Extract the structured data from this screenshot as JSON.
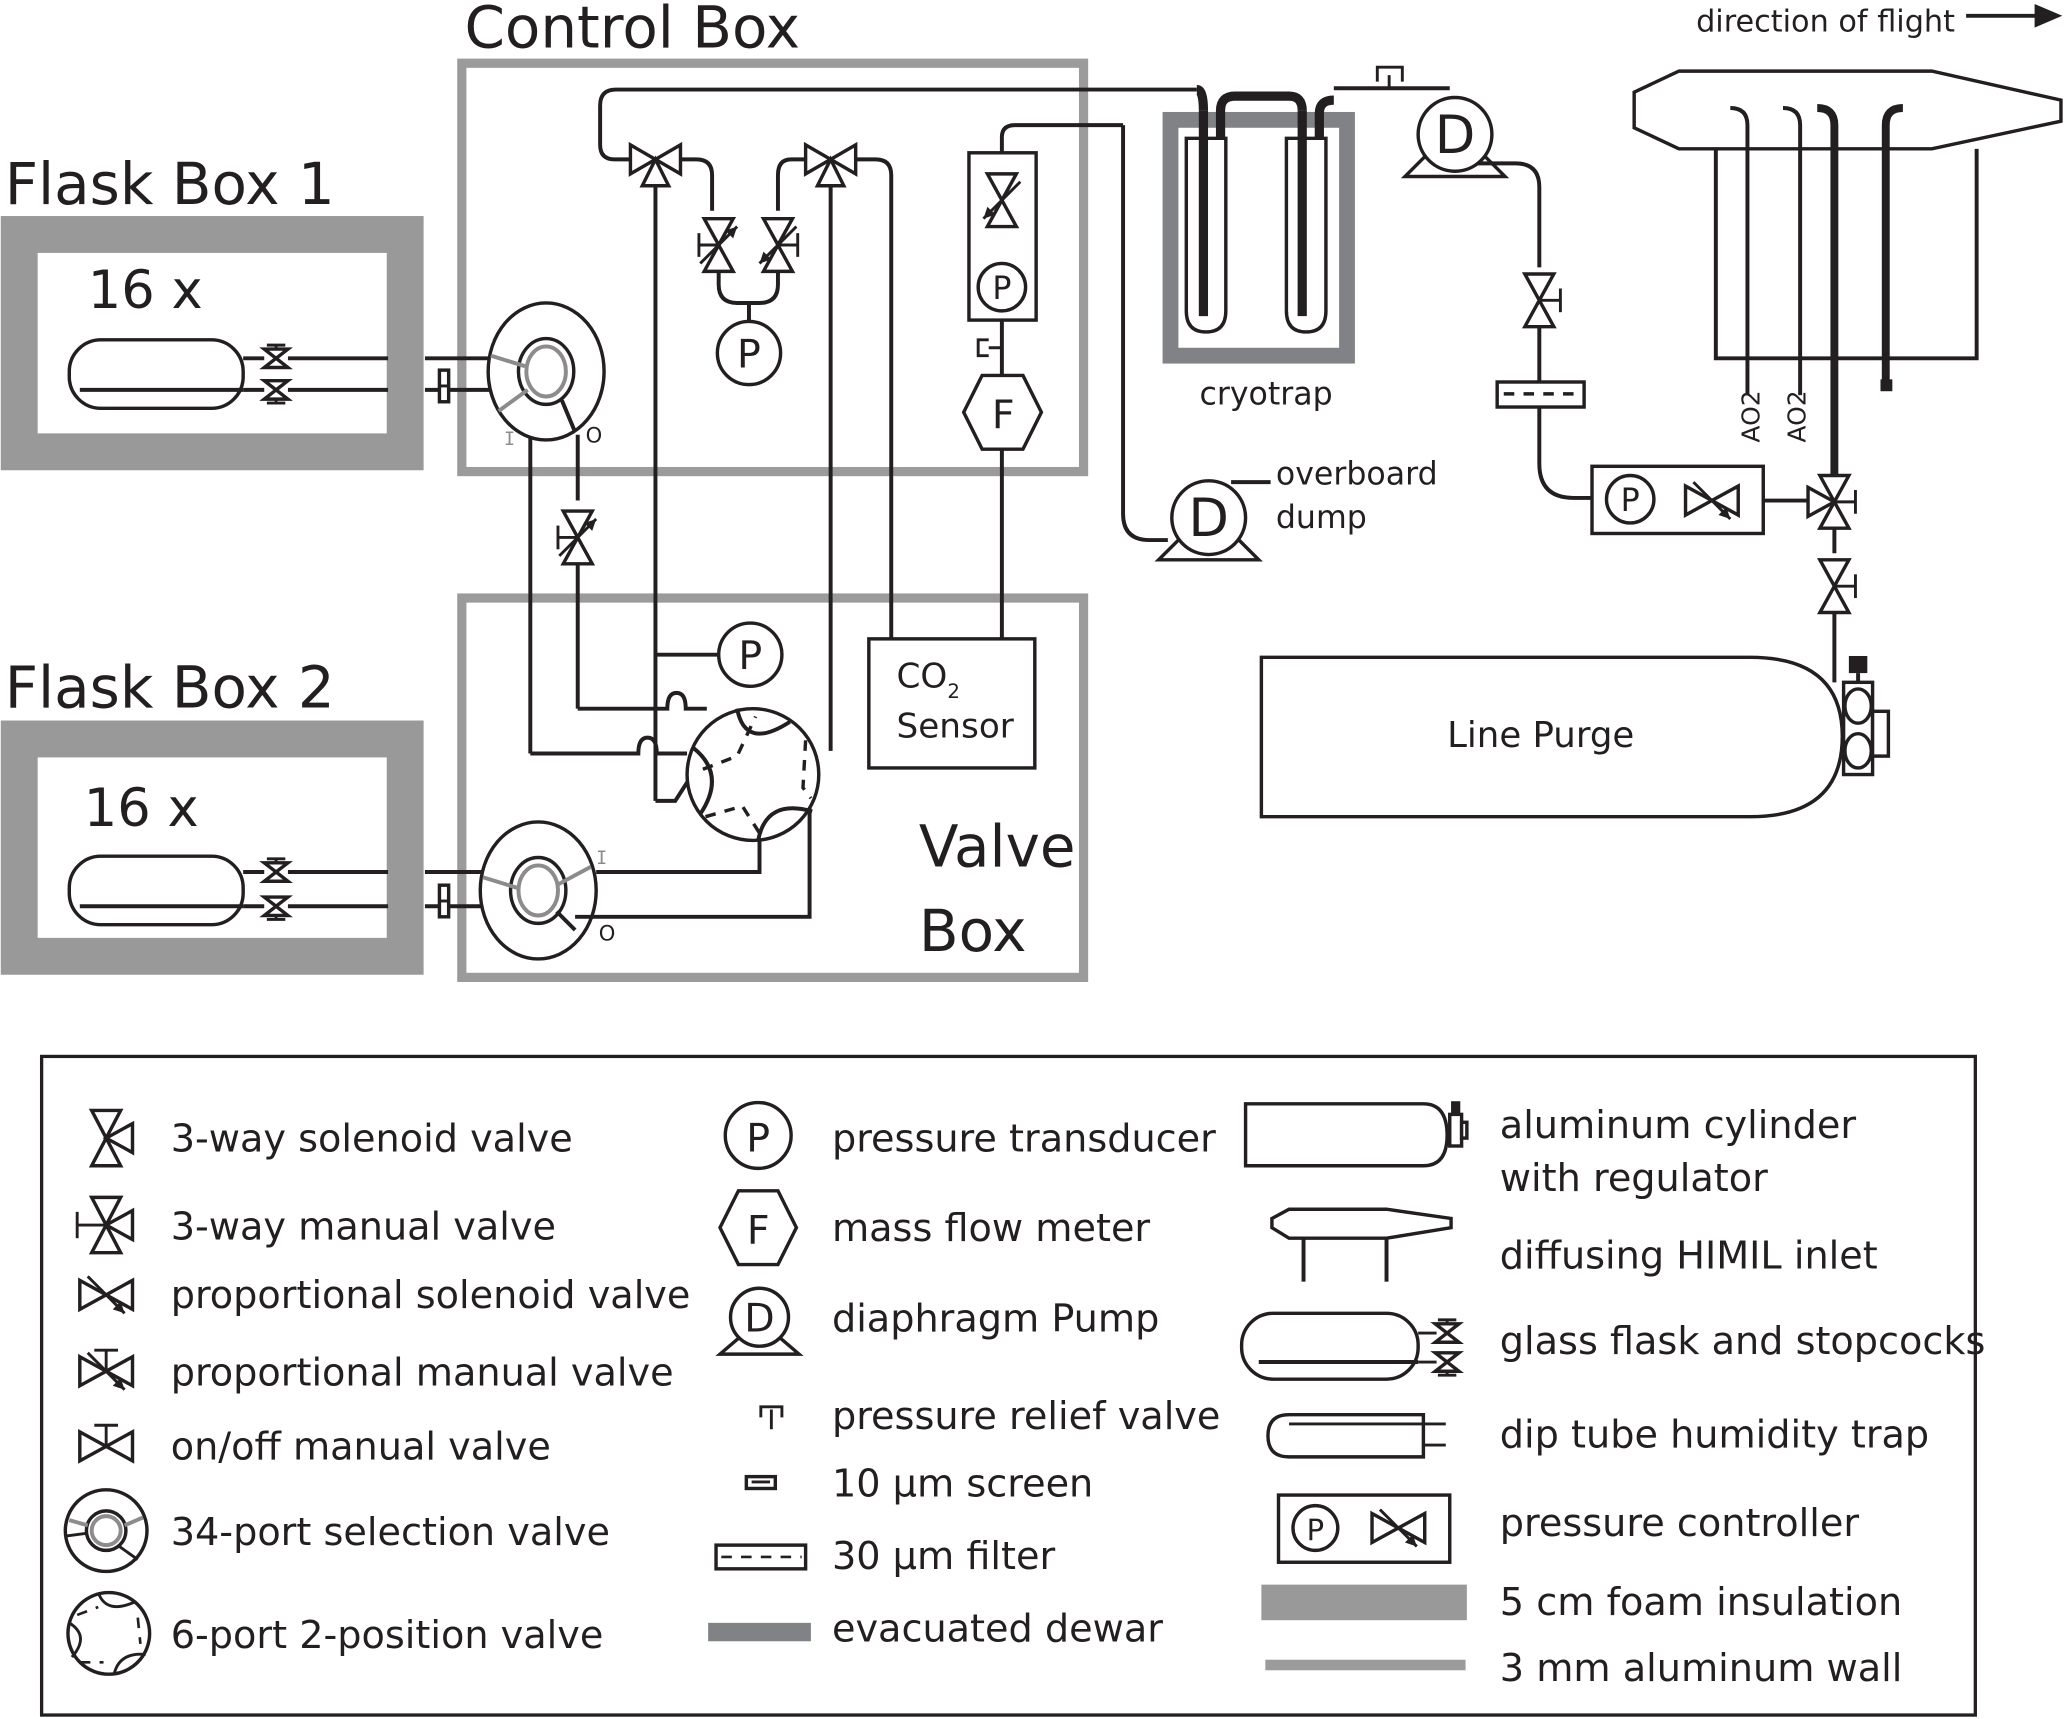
{
  "figure": {
    "direction_label": "direction of flight",
    "boxes": {
      "control_box": "Control Box",
      "flask_box_1": "Flask Box 1",
      "flask_box_2": "Flask Box 2",
      "valve_box_line1": "Valve",
      "valve_box_line2": "Box",
      "flask_count_1": "16 x",
      "flask_count_2": "16 x"
    },
    "components": {
      "cryotrap": "cryotrap",
      "overboard_line1": "overboard",
      "overboard_line2": "dump",
      "co2_sensor_line1": "CO",
      "co2_sensor_sub": "2",
      "co2_sensor_line2": "Sensor",
      "line_purge": "Line Purge",
      "ao2_a": "AO2",
      "ao2_b": "AO2",
      "port_in": "I",
      "port_out": "O",
      "pressure_letter": "P",
      "flow_letter": "F",
      "pump_letter": "D"
    },
    "legend": {
      "col1": [
        {
          "icon": "3-way-solenoid-valve-icon",
          "label": "3-way solenoid valve"
        },
        {
          "icon": "3-way-manual-valve-icon",
          "label": "3-way manual valve"
        },
        {
          "icon": "proportional-solenoid-valve-icon",
          "label": "proportional solenoid valve"
        },
        {
          "icon": "proportional-manual-valve-icon",
          "label": "proportional manual valve"
        },
        {
          "icon": "on-off-manual-valve-icon",
          "label": "on/off manual valve"
        },
        {
          "icon": "34-port-selection-valve-icon",
          "label": "34-port selection valve"
        },
        {
          "icon": "6-port-2-position-valve-icon",
          "label": "6-port 2-position valve"
        }
      ],
      "col2": [
        {
          "icon": "pressure-transducer-icon",
          "label": "pressure transducer"
        },
        {
          "icon": "mass-flow-meter-icon",
          "label": "mass flow meter"
        },
        {
          "icon": "diaphragm-pump-icon",
          "label": "diaphragm Pump"
        },
        {
          "icon": "pressure-relief-valve-icon",
          "label": "pressure relief valve"
        },
        {
          "icon": "10um-screen-icon",
          "label": "10 µm screen"
        },
        {
          "icon": "30um-filter-icon",
          "label": "30 µm filter"
        },
        {
          "icon": "evacuated-dewar-icon",
          "label": "evacuated dewar"
        }
      ],
      "col3": [
        {
          "icon": "aluminum-cylinder-icon",
          "label": "aluminum cylinder",
          "label2": "with regulator"
        },
        {
          "icon": "himil-inlet-icon",
          "label": "diffusing HIMIL inlet"
        },
        {
          "icon": "glass-flask-icon",
          "label": "glass flask and stopcocks"
        },
        {
          "icon": "dip-tube-trap-icon",
          "label": "dip tube humidity trap"
        },
        {
          "icon": "pressure-controller-icon",
          "label": "pressure controller"
        },
        {
          "icon": "foam-insulation-icon",
          "label": "5 cm foam insulation"
        },
        {
          "icon": "aluminum-wall-icon",
          "label": "3 mm aluminum wall"
        }
      ]
    },
    "colors": {
      "line": "#231f20",
      "foam_insulation": "#999999",
      "aluminum_wall": "#9b9b9b",
      "evacuated_dewar": "#808285"
    }
  }
}
